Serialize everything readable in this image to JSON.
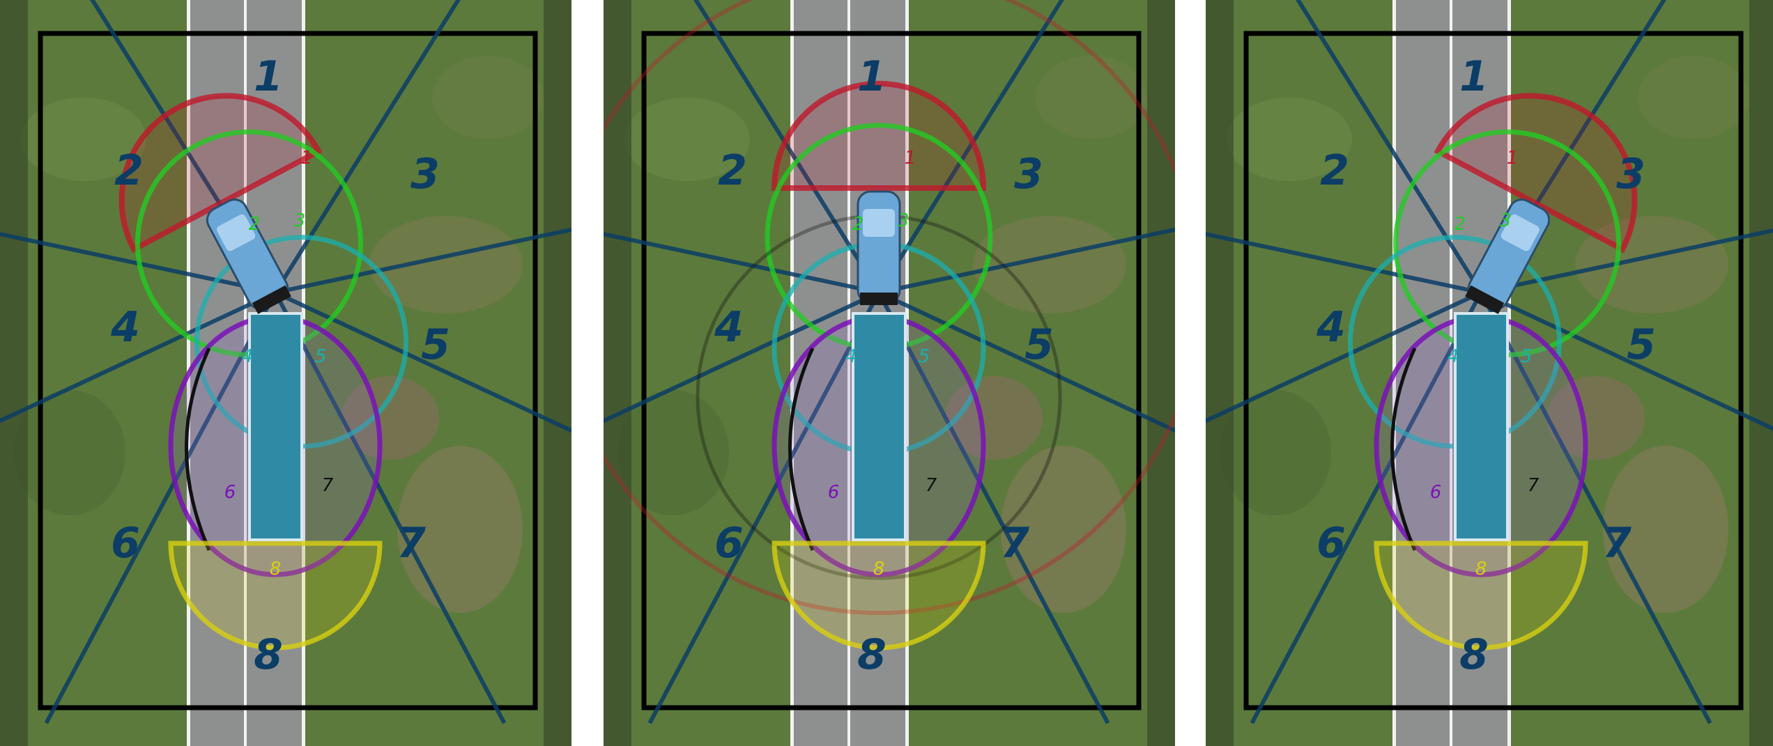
{
  "panels": [
    {
      "id": "left",
      "truck_heading": "turn-left",
      "sector_numbers": [
        "1",
        "2",
        "3",
        "4",
        "5",
        "6",
        "7",
        "8"
      ],
      "sensor_labels": [
        "1",
        "2",
        "3",
        "4",
        "5",
        "6",
        "7",
        "8"
      ]
    },
    {
      "id": "middle",
      "truck_heading": "straight",
      "sector_numbers": [
        "1",
        "2",
        "3",
        "4",
        "5",
        "6",
        "7",
        "8"
      ],
      "sensor_labels": [
        "1",
        "2",
        "3",
        "4",
        "5",
        "6",
        "7",
        "8"
      ]
    },
    {
      "id": "right",
      "truck_heading": "turn-right",
      "sector_numbers": [
        "1",
        "2",
        "3",
        "4",
        "5",
        "6",
        "7",
        "8"
      ],
      "sensor_labels": [
        "1",
        "2",
        "3",
        "4",
        "5",
        "6",
        "7",
        "8"
      ]
    }
  ],
  "colors": {
    "sensor_1": "#c0182a",
    "sensor_2": "#22cc22",
    "sensor_3": "#22cc22",
    "sensor_4": "#18b0b0",
    "sensor_5": "#18b0b0",
    "sensor_6": "#7a10b8",
    "sensor_7": "#111111",
    "sensor_8": "#d8d010",
    "sector_lines": "#0b3d66",
    "truck_body": "#6aa6d6",
    "trailer": "#2f8aa6",
    "frame": "#000000",
    "grass": "#5c7a3c",
    "road": "#8e9090"
  }
}
